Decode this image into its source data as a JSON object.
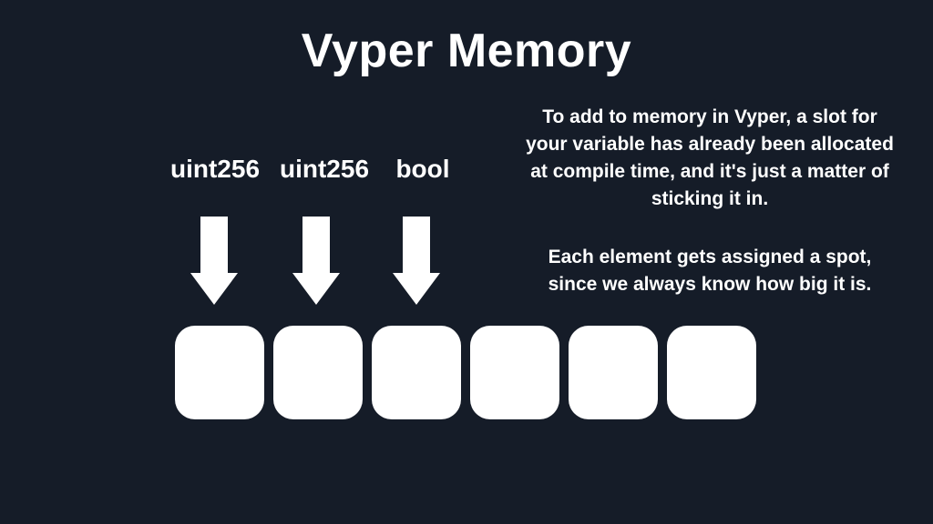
{
  "title": "Vyper Memory",
  "diagram": {
    "labels": [
      "uint256",
      "uint256",
      "bool"
    ],
    "slot_count": 6,
    "arrow_count": 3
  },
  "note": {
    "paragraphs": [
      "To add to memory in Vyper, a slot for your variable has already been allocated at compile time, and it's just a matter of sticking it in.",
      "Each element gets assigned a spot, since we always know how big it is."
    ]
  },
  "colors": {
    "background": "#151C28",
    "foreground": "#FFFFFF"
  }
}
